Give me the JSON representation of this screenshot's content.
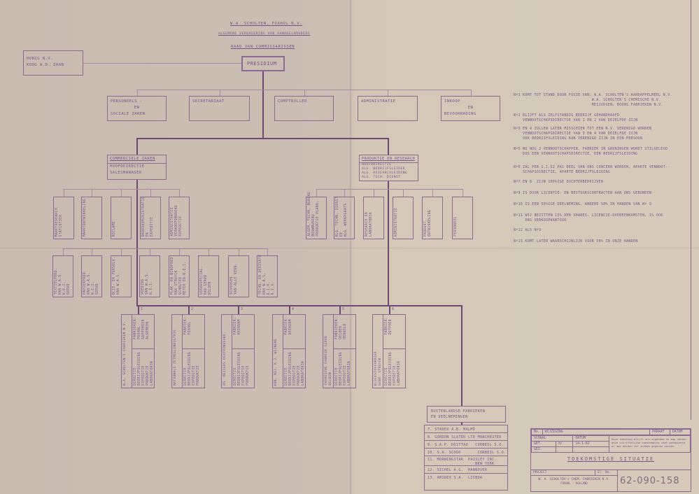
{
  "header": {
    "company": "W.A. SCHOLTEN, FOXHOL N.V.",
    "assembly": "ALGEMENE VERGADERING VAN AANDEELHOUDERS",
    "board": "RAAD VAN COMMISSARISSEN"
  },
  "honig": {
    "line1": "HONIG N.V.",
    "line2": "KOOG A.D. ZAAN"
  },
  "presidium": "PRESIDIUM",
  "staff": [
    {
      "lines": [
        "PERSONEELS -",
        "EN",
        "SOCIALE ZAKEN"
      ]
    },
    {
      "lines": [
        "SECRETARIAAT"
      ]
    },
    {
      "lines": [
        "COMPTROLLER"
      ]
    },
    {
      "lines": [
        "ADMINISTRATIE"
      ]
    },
    {
      "lines": [
        "INKOOP",
        "EN",
        "BEVOORRADING"
      ]
    }
  ],
  "commercial": {
    "title": "COMMERCIELE ZAKEN",
    "lines": [
      "HOOFDDIRECTIE",
      "SALESMANAGER"
    ]
  },
  "production": {
    "title": "PRODUKTIE EN RESEARCH",
    "lines": [
      "HOOFDDIRECTIE",
      "ALG. BEDRIJFSLEIDER",
      "ALG. RESEARCHLEIDING",
      "ALG. TECH. DIENST"
    ]
  },
  "commercial_depts": [
    "MARKTRESEARCH\nSTATISTIEK",
    "MARKTONTWIKKELING",
    "RECLAME",
    "ORDERADMINISTRATIE\nEN\nEXPEDITIE",
    "ADMINISTRATIE\nVERKOOPSBUREAU\nEXPEDITIE"
  ],
  "production_depts": [
    "ALGEM. TECHN. BUREAU\nBOUWBUREAU\nPRODUKTIE PLANN.",
    "ALG. TECHN. DIENST\nEN\nALG. WERKPLAATS",
    "RESEARCH EN\nLABORATORIA",
    "ADMINISTRATIE",
    "PRODUKT.\nONTWIKKELING",
    "PERSONEEL"
  ],
  "product_groups": [
    "TEXTIELPROD.\nVAN W.A.S.\nN.E.I.\nSERVO",
    "PAPIERPROD.\nVAN W.A.S.\nN.E.I.\nSERVO",
    "OLIE- EN PURSOLV.\nVAN W.A.S.",
    "VOEDING\nVAN W.A.S.\nN.E.I.",
    "PLAK- EN BINDPROD.\nVAN STRUYCK\nSCHOLTEN\nMETER EN N.E.I.",
    "SERVOSPECIAL.\nVAN SERVO\nDELDEN",
    "DIVERSEN\nVAN ALLE VENN.",
    "TECHN. EN DERIVATE\nVAN W.A.S.\nO.I.R.\nR.I.V."
  ],
  "factories": [
    {
      "no": "1",
      "name": "W.A. SCHOLTEN'S FABRIEKEN N.V.",
      "sites": "FABRIEKEN:\nFOXHOL\nSAPPEMEER\nALGEMEEN",
      "functions": "DIRECTIE\nBEDRIJFSLEIDING\nEXPEDITIE\nPRODUKTIE\nLABORATORIA"
    },
    {
      "no": "2",
      "name": "NATIONALE ZETMEELINDUSTRIE",
      "sites": "FABRIEK:\nFOXHOL",
      "functions": "DIRECTIE\nBEDRIJFSLEIDING\nEXPEDITIE\nPRODUKTIE"
    },
    {
      "no": "3",
      "name": "DS. MEIJERS DEXTRINEFABR.",
      "sites": "FABRIEK:\nVEENDAM",
      "functions": "DIRECTIE\nBEDRIJFSLEIDING\nEXPEDITIE\nPRODUKTIE"
    },
    {
      "no": "4",
      "name": "KON. MIJ. K.J. WIJNENS",
      "sites": "FABRIEK:\nVEENDAM",
      "functions": "DIRECTIE\nBEDRIJFSLEIDING\nEXPEDITIE\nPRODUKTIE\nLABORATORIA"
    },
    {
      "no": "5",
      "name": "CHEMISCHE FABRIEK SERVO\nDELDEN",
      "sites": "FABRIEKEN:\nDELDEN\nHENGELO",
      "functions": "DIRECTIE\nBEDRIJFSLEIDING\nEXPEDITIE\nLABORATORIA"
    },
    {
      "no": "6",
      "name": "KLEEFSTOFFABRIEK\nGEBR. STRUYCK",
      "sites": "FABRIEK:\nZUTPHEN",
      "functions": "DIRECTIE\nBEDRIJFSLEIDING\nEXPEDITIE\nLABORATORIA"
    }
  ],
  "foreign": {
    "title": [
      "BUITENLANDSE FABRIEKEN",
      "EN DEELNEMINGEN"
    ],
    "items": [
      "7. STADEX A.B. MALMÖ",
      "8. GORDON SLATER LTD MANCHESTER",
      "9. S.A.P. DOITTAU   CORBEIL S.O.",
      "10. S.A. SCODO       CORBEIL S.O.",
      "11. MORNINGSTAR  PAISLEY INC.\n                    NEW YORK",
      "12. SICHEL A.G.  HANNOVER",
      "13. AMIDEX S.A.  LISBOA"
    ]
  },
  "notes": [
    "Nº1 KOMT TOT STAND DOOR FUSIE VAN: W.A. SCHOLTEN'S AARDAPPELMEEL N.V.\n                                  W.A. SCHOLTEN'S CHEMISCHE N.V.\n                                  MEIJUDSEN, BOONS FABRIEKEN N.V.",
    "Nº2 BLIJFT ALS ZELFSTANDIG BEDRIJF GEHANDHAAFD\n    VENNOOTSCHAPSDIRECTIE VAN 1 EN 2 VAN DEZELFDE ZIJN",
    "Nº3 EN 4 ZULLEN LATER MISSCHIEN TOT EEN N.V. VERENIGD WORDEN\n    VENNOOTSCHAPSDIRECTIE VAN 3 EN 4 VAN DEZELFDE ZIJN\n    OOK BEDRIJFSLEIDING KAN VERENIGD ZIJN IN EEN PERSOON",
    "Nº5 NU NOG 2 VENNOOTSCHAPPEN, FABRIEK IN GRONINGEN WORDT STILGELEGD\n    DUS EEN VENNOOTSCHAPSDIRECTIE, EEN BEDRIJFSLEIDING",
    "Nº6 ZAL PER 1.1.62 PAS DEEL VAN ONS CONCERN WORDEN, APARTE VENNOOT-\n    SCHAPSDIRECTIE, APARTE BEDRIJFSLEIDING",
    "Nº7 EN 8  ZIJN 100%IGE DOCHTERBEDRIJVEN",
    "Nº9 IS DOOR LICENTIE- EN BESTUURSCONTRACTEN AAN ONS GEBONDEN",
    "Nº10 IS EEN 50%IGE DEELNEMING, ANDERE 50% IN HANDEN VAN Nº 9",
    "Nº11 WIJ BEZITTEN 15% DER SHARES, LICENCIE-OVEREENKOMSTEN, IS OOK\n     ONS VERKOOPKANTOOR",
    "Nº12 ALS Nº9",
    "Nº13 KOMT LATER WAARSCHIJNLIJK VOOR 50% IN ONZE HANDEN"
  ],
  "title_block": {
    "no_label": "No.",
    "change_label": "WIJZIGING",
    "initials_label": "PARAAF",
    "date_label": "DATUM",
    "scale_label": "SCHAAL",
    "date_col": "DATUM",
    "drawn_label": "GET.",
    "drawn_value": "H/",
    "drawn_date": "14-1-62",
    "checked_label": "GEZ.",
    "disclaimer": "Deze tekening blijft ons eigendom en mag zonder onze schriftelijke toestemming niet gecopieerd of aan derden ter inzage gegeven worden.",
    "drawing_title": "TOEKOMSTIGE SITUATIE",
    "project_label": "PROJECT",
    "el_label": "El. No.",
    "company": "W. A. SCHOLTEN's CHEM. FABRIEKEN N.V.",
    "location": "FOXHOL - HOLLAND",
    "drawing_number": "62-090-158"
  }
}
